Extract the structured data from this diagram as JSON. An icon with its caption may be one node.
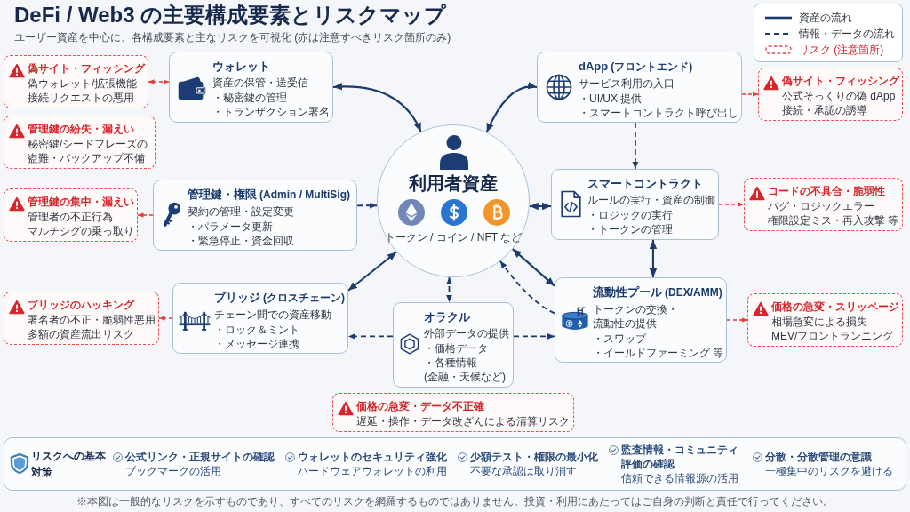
{
  "diagram": {
    "title": "DeFi / Web3 の主要構成要素とリスクマップ",
    "nodes": [
      {
        "text": [
          "偽サイト・フィッシング",
          "偽ウォレット/拡張機能",
          "接続リクエストの悪用"
        ]
      },
      {
        "text": [
          "ウォレット",
          "資産の保管・送受信",
          "・秘密鍵の管理",
          "・トランザクション署名"
        ]
      },
      {
        "text": [
          "dApp",
          "(フロントエンド)",
          "サービス利用の入口",
          "・UI/UX 提供",
          "・スマートコントラクト呼び出し"
        ]
      },
      {
        "text": [
          "偽サイト・フィッシング",
          "公式そっくりの偽 dApp",
          "接続・承認の誘導"
        ]
      },
      {
        "text": [
          "管理鍵の紛失・漏えい",
          "秘密鍵/シードフレーズの盗難・バックアップ不備"
        ]
      },
      {
        "text": [
          "利用者資産",
          "トークン / コイン / NFT など"
        ]
      },
      {
        "text": [
          "管理鍵の集中・漏えい",
          "管理者の不正行為",
          "マルチシグの乗っ取り"
        ]
      },
      {
        "text": [
          "管理鍵・権限",
          "(Admin / MultiSig)",
          "契約の管理・設定変更",
          "・パラメータ更新",
          "・緊急停止・資金回収"
        ]
      },
      {
        "text": [
          "スマートコントラクト",
          "ルールの実行・資産の制御",
          "・ロジックの実行",
          "・トークンの管理"
        ]
      },
      {
        "text": [
          "コードの不具合・脆弱性",
          "バグ・ロジックエラー",
          "権限設定ミス・再入攻撃 等"
        ]
      },
      {
        "text": [
          "ブリッジのハッキング",
          "署名者の不正・脆弱性悪用",
          "多額の資産流出リスク"
        ]
      },
      {
        "text": [
          "ブリッジ",
          "(クロスチェーン)",
          "チェーン間での資産移動",
          "・ロック＆ミント",
          "・メッセージ連携"
        ]
      },
      {
        "text": [
          "オラクル",
          "外部データの提供",
          "・価格データ",
          "・各種情報 (金融・天候など)"
        ]
      },
      {
        "text": [
          "流動性プール",
          "(DEX/AMM)",
          "トークンの交換・流動性の提供",
          "・スワップ",
          "・イールドファーミング 等"
        ]
      },
      {
        "text": [
          "価格の急変・スリッページ",
          "相場急変による損失",
          "MEV/フロントランニング"
        ]
      },
      {
        "text": [
          "価格の急変・データ不正確",
          "遅延・操作・データ改ざんによる清算リスク"
        ]
      },
      {
        "text": [
          "リスクへの基本対策",
          "公式リンク・正規サイトの確認",
          "ブックマークの活用",
          "ウォレットのセキュリティ強化",
          "ハードウェアウォレットの利用",
          "少額テスト・権限の最小化",
          "不要な承認は取り消す",
          "監査情報・コミュニティ評価の確認",
          "信頼できる情報源の活用",
          "分散・分散管理の意識",
          "一極集中のリスクを避ける"
        ]
      }
    ],
    "edges": [
      {
        "from": 1,
        "to": 0,
        "arrow": "both",
        "style": "dashed",
        "color": "#e53935"
      },
      {
        "from": 1,
        "to": 5,
        "arrow": "both"
      },
      {
        "from": 2,
        "to": 5,
        "arrow": "both"
      },
      {
        "from": 2,
        "to": 3,
        "arrow": "to",
        "style": "dashed",
        "color": "#e53935"
      },
      {
        "from": 2,
        "to": 8,
        "arrow": "to",
        "style": "dashed"
      },
      {
        "from": 7,
        "to": 5,
        "arrow": "to",
        "style": "dashed"
      },
      {
        "from": 7,
        "to": 6,
        "arrow": "to",
        "style": "dashed",
        "color": "#e53935"
      },
      {
        "from": 5,
        "to": 8,
        "arrow": "both"
      },
      {
        "from": 8,
        "to": 9,
        "arrow": "to",
        "style": "dashed",
        "color": "#e53935"
      },
      {
        "from": 8,
        "to": 13,
        "arrow": "both"
      },
      {
        "from": 5,
        "to": 13,
        "arrow": "both"
      },
      {
        "from": 13,
        "to": 5,
        "arrow": "to",
        "style": "dashed"
      },
      {
        "from": 5,
        "to": 11,
        "arrow": "both"
      },
      {
        "from": 5,
        "to": 12,
        "arrow": "both",
        "style": "dashed"
      },
      {
        "from": 12,
        "to": 11,
        "arrow": "to",
        "style": "dashed"
      },
      {
        "from": 12,
        "to": 13,
        "arrow": "to",
        "style": "dashed"
      },
      {
        "from": 11,
        "to": 10,
        "arrow": "to",
        "style": "dashed",
        "color": "#e53935"
      },
      {
        "from": 13,
        "to": 14,
        "arrow": "to",
        "style": "dashed",
        "color": "#e53935"
      }
    ],
    "labels": [
      "ユーザー資産を中心に、各構成要素と主なリスクを可視化 (赤は注意すべきリスク箇所のみ)",
      "※本図は一般的なリスクを示すものであり、すべてのリスクを網羅するものではありません。投資・利用にあたってはご自身の判断と責任で行ってください。"
    ],
    "legend": [
      {
        "text": "資産の流れ"
      },
      {
        "text": "情報・データの流れ"
      },
      {
        "text": "リスク (注意箇所)"
      }
    ]
  }
}
